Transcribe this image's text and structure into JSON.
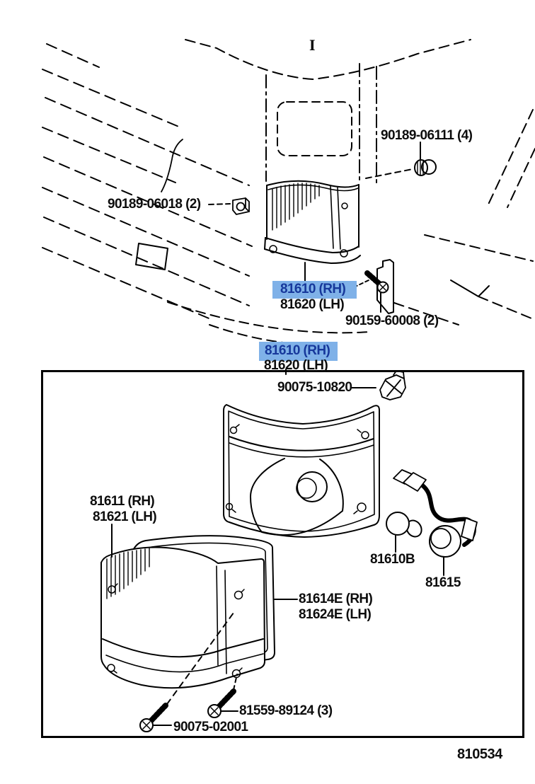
{
  "diagram": {
    "code": "810534",
    "section_mark": "I",
    "colors": {
      "highlight_bg": "#7fb1e8",
      "highlight_text": "#17389b",
      "line": "#000000"
    },
    "labels": {
      "p90189_06111": "90189-06111 (4)",
      "p90189_06018": "90189-06018 (2)",
      "p81610_rh": "81610 (RH)",
      "p81620_lh": "81620 (LH)",
      "p90159_60008": "90159-60008 (2)",
      "p90075_10820": "90075-10820",
      "p81611_rh": "81611 (RH)",
      "p81621_lh": "81621 (LH)",
      "p81614e_rh": "81614E (RH)",
      "p81624e_lh": "81624E (LH)",
      "p81610b": "81610B",
      "p81615": "81615",
      "p81559_89124": "81559-89124 (3)",
      "p90075_02001": "90075-02001"
    }
  }
}
